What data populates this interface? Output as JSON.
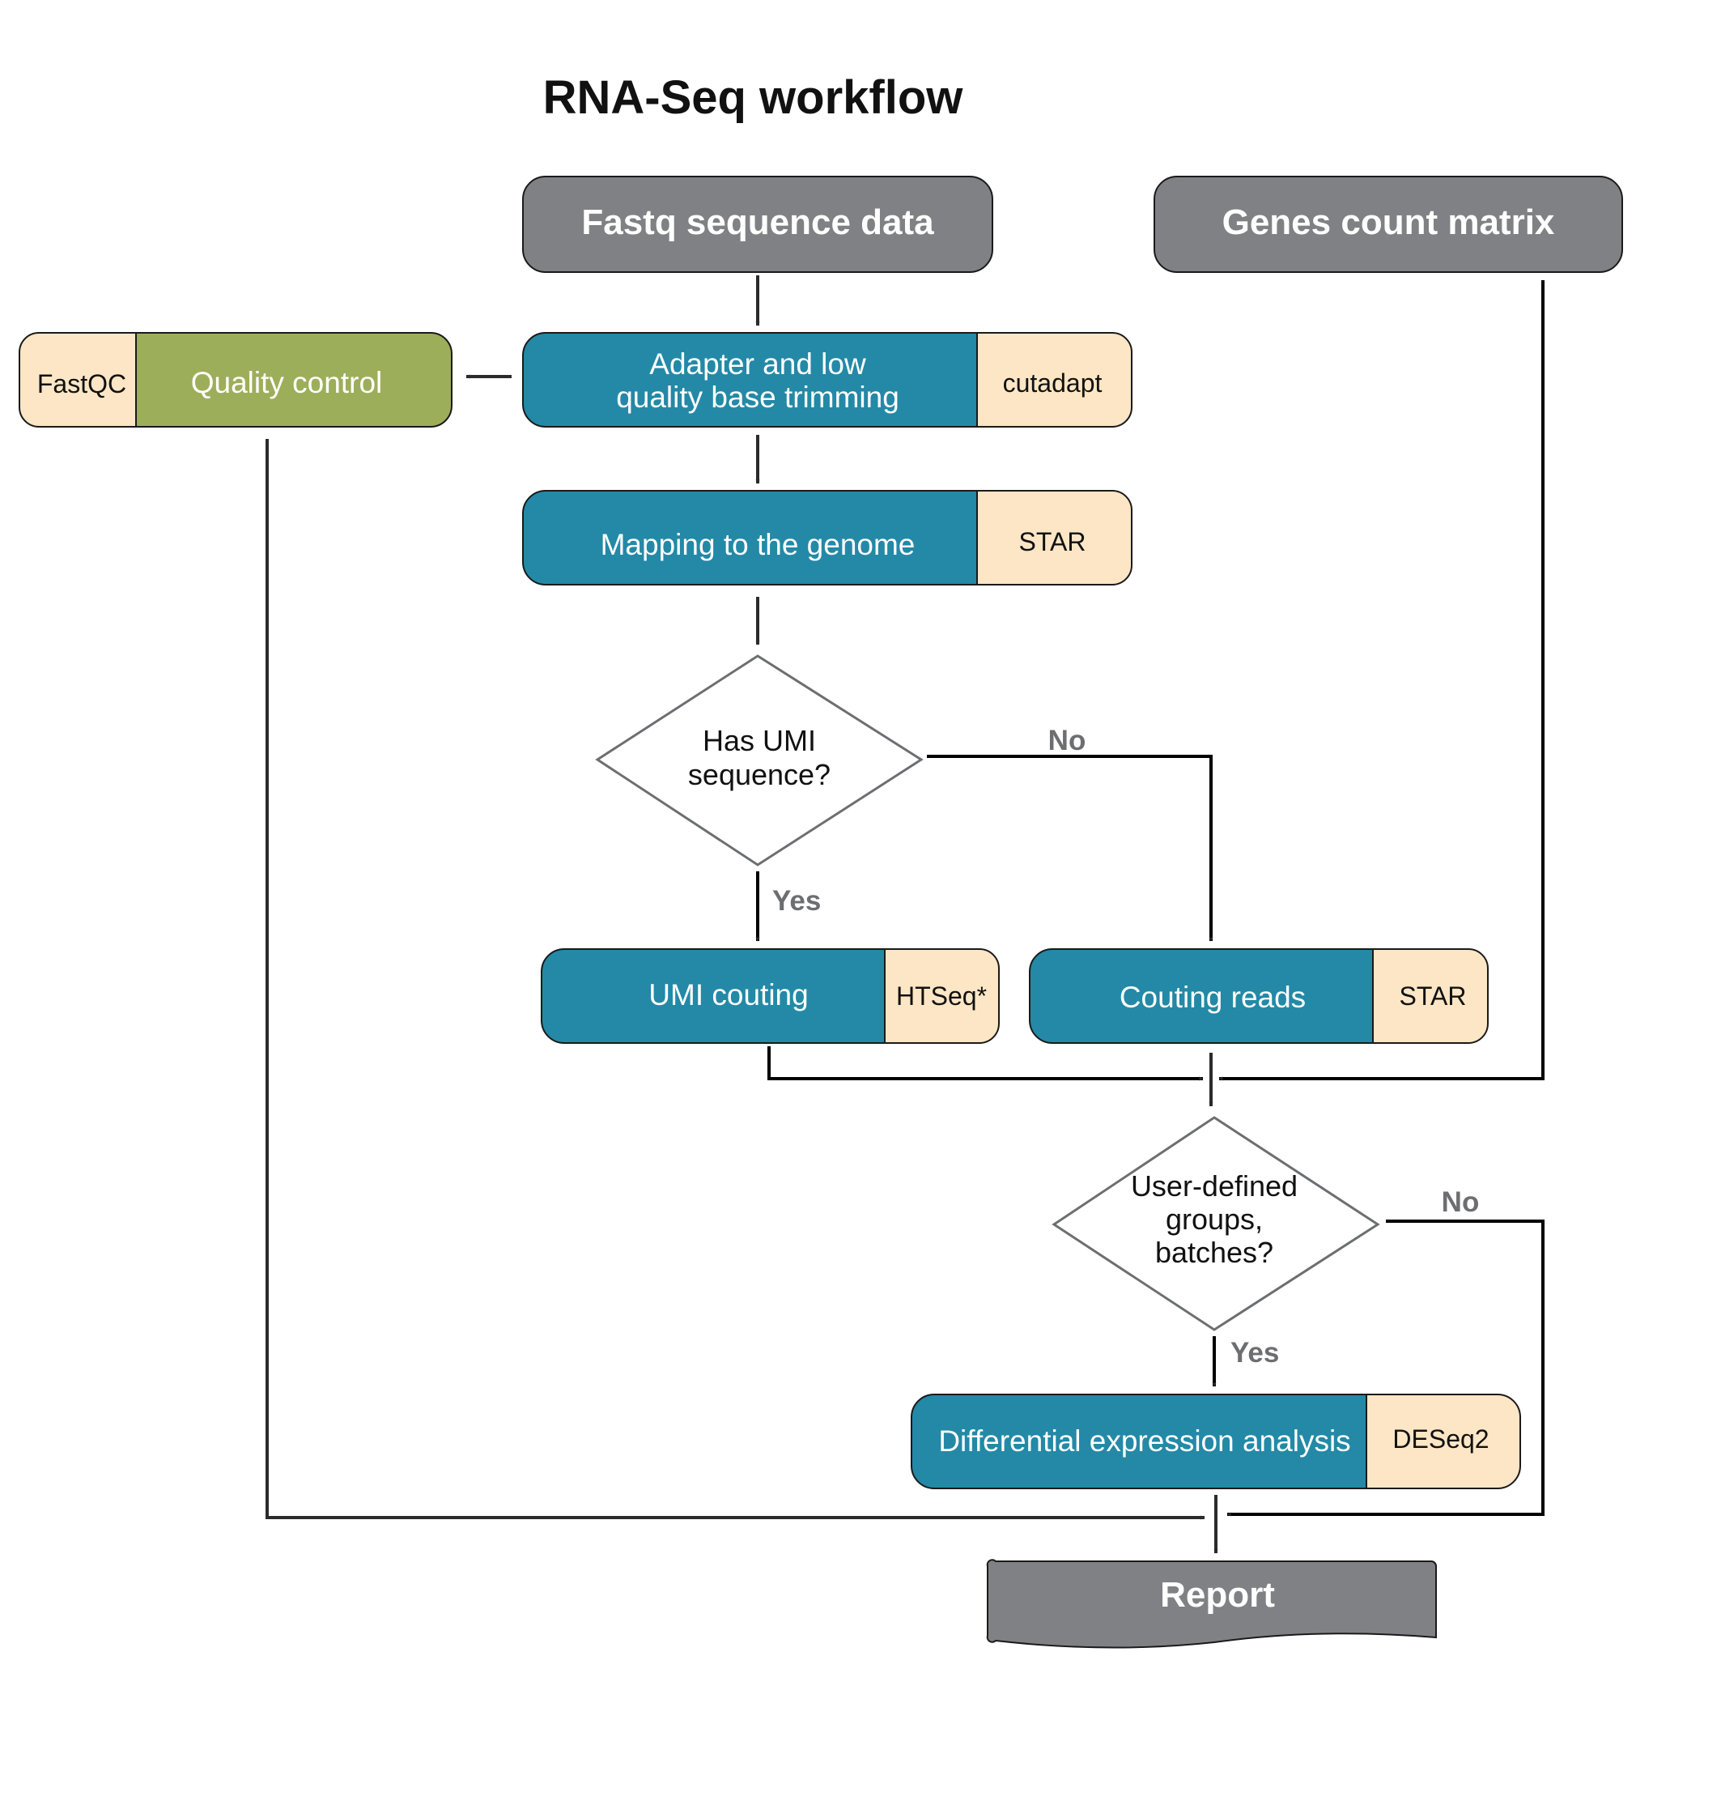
{
  "title": "RNA-Seq workflow",
  "colors": {
    "io": "#808184",
    "step": "#2389a6",
    "tool": "#fde6c5",
    "qc": "#9dae5a",
    "decision_border": "#6d6e71",
    "branch_label": "#6d6e71"
  },
  "inputs": {
    "fastq": "Fastq sequence data",
    "counts": "Genes count matrix"
  },
  "steps": {
    "trimming": {
      "line1": "Adapter and low",
      "line2": "quality base trimming",
      "tool": "cutadapt"
    },
    "qc": {
      "label": "Quality control",
      "tool": "FastQC"
    },
    "mapping": {
      "label": "Mapping to the genome",
      "tool": "STAR"
    },
    "umi_counting": {
      "label": "UMI couting",
      "tool": "HTSeq*"
    },
    "counting_reads": {
      "label": "Couting reads",
      "tool": "STAR"
    },
    "de_analysis": {
      "label": "Differential expression analysis",
      "tool": "DESeq2"
    }
  },
  "decisions": {
    "umi": {
      "line1": "Has UMI",
      "line2": "sequence?",
      "yes": "Yes",
      "no": "No"
    },
    "groups": {
      "line1": "User-defined",
      "line2": "groups,",
      "line3": "batches?",
      "yes": "Yes",
      "no": "No"
    }
  },
  "output": {
    "report": "Report"
  }
}
